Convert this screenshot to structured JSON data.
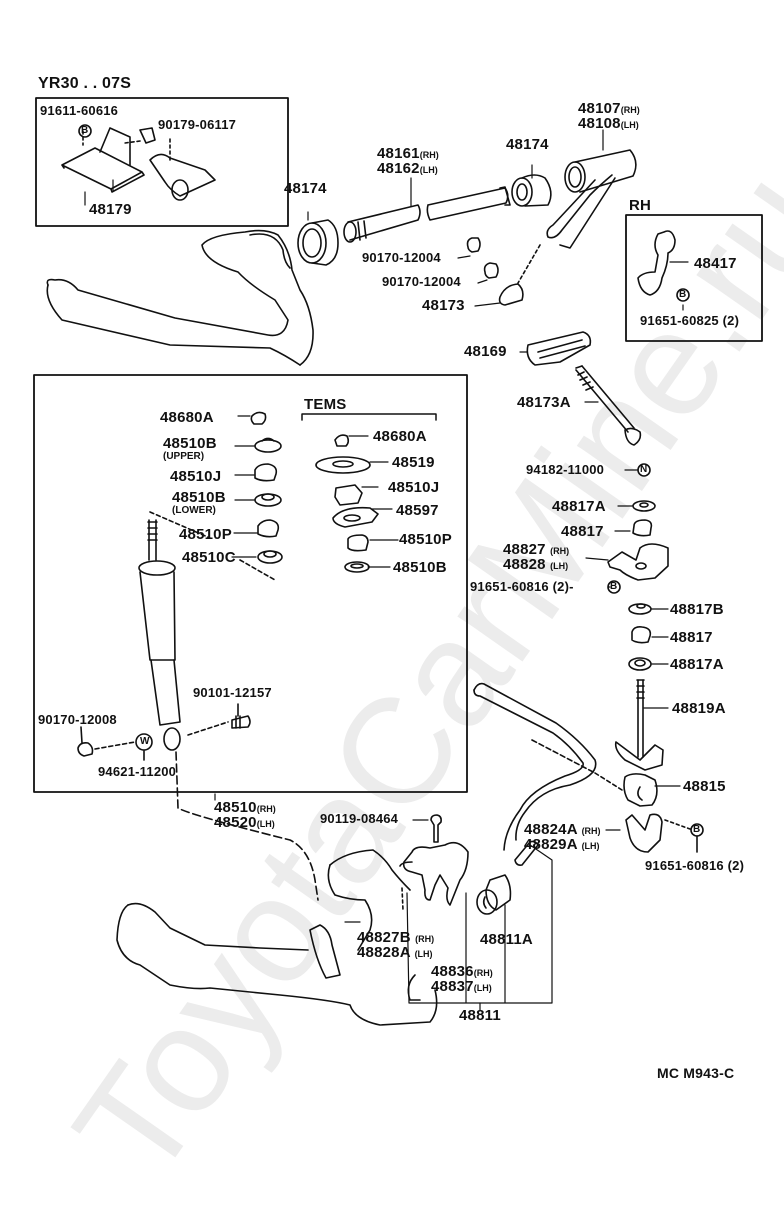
{
  "diagram": {
    "code": "MC M943-C",
    "watermark": "ToyotaCarMine.ru",
    "colors": {
      "ink": "#111111",
      "watermark": "#ececec",
      "background": "#ffffff"
    },
    "inset_top_left": {
      "title": "YR30 . . 07S",
      "labels": [
        "91611-60616",
        "90179-06117",
        "48179"
      ],
      "symbol": "B"
    },
    "inset_rh": {
      "title": "RH",
      "labels": [
        "48417",
        "91651-60825 (2)"
      ],
      "symbol": "B"
    },
    "inset_shock": {
      "left_labels": [
        {
          "part": "48680A",
          "note": ""
        },
        {
          "part": "48510B",
          "note": "(UPPER)"
        },
        {
          "part": "48510J",
          "note": ""
        },
        {
          "part": "48510B",
          "note": "(LOWER)"
        },
        {
          "part": "48510P",
          "note": ""
        },
        {
          "part": "48510C",
          "note": ""
        }
      ],
      "tems_title": "TEMS",
      "tems_labels": [
        "48680A",
        "48519",
        "48510J",
        "48597",
        "48510P",
        "48510B"
      ],
      "bottom_labels": [
        "90101-12157",
        "90170-12008",
        "94621-11200"
      ],
      "symbol": "W"
    },
    "labels": {
      "p48174_left": "48174",
      "p48161": "48161",
      "p48162": "48162",
      "p48174_right": "48174",
      "p48107": "48107",
      "p48108": "48108",
      "p90170_a": "90170-12004",
      "p90170_b": "90170-12004",
      "p48173": "48173",
      "p48169": "48169",
      "p48173A": "48173A",
      "p94182": "94182-11000",
      "p48817A_top": "48817A",
      "p48817_top": "48817",
      "p48827": "48827",
      "p48828": "48828",
      "p91651_a": "91651-60816 (2)-",
      "p48817B": "48817B",
      "p48817_mid": "48817",
      "p48817A_mid": "48817A",
      "p48819A": "48819A",
      "p48815": "48815",
      "p48824A": "48824A",
      "p48829A": "48829A",
      "p91651_b": "91651-60816 (2)",
      "p48510": "48510",
      "p48520": "48520",
      "p90119": "90119-08464",
      "p48827B": "48827B",
      "p48828A": "48828A",
      "p48811A": "48811A",
      "p48836": "48836",
      "p48837": "48837",
      "p48811": "48811"
    },
    "side": {
      "rh": "(RH)",
      "lh": "(LH)"
    },
    "symbols": {
      "bolt": "B",
      "nut": "N",
      "washer": "W"
    }
  }
}
